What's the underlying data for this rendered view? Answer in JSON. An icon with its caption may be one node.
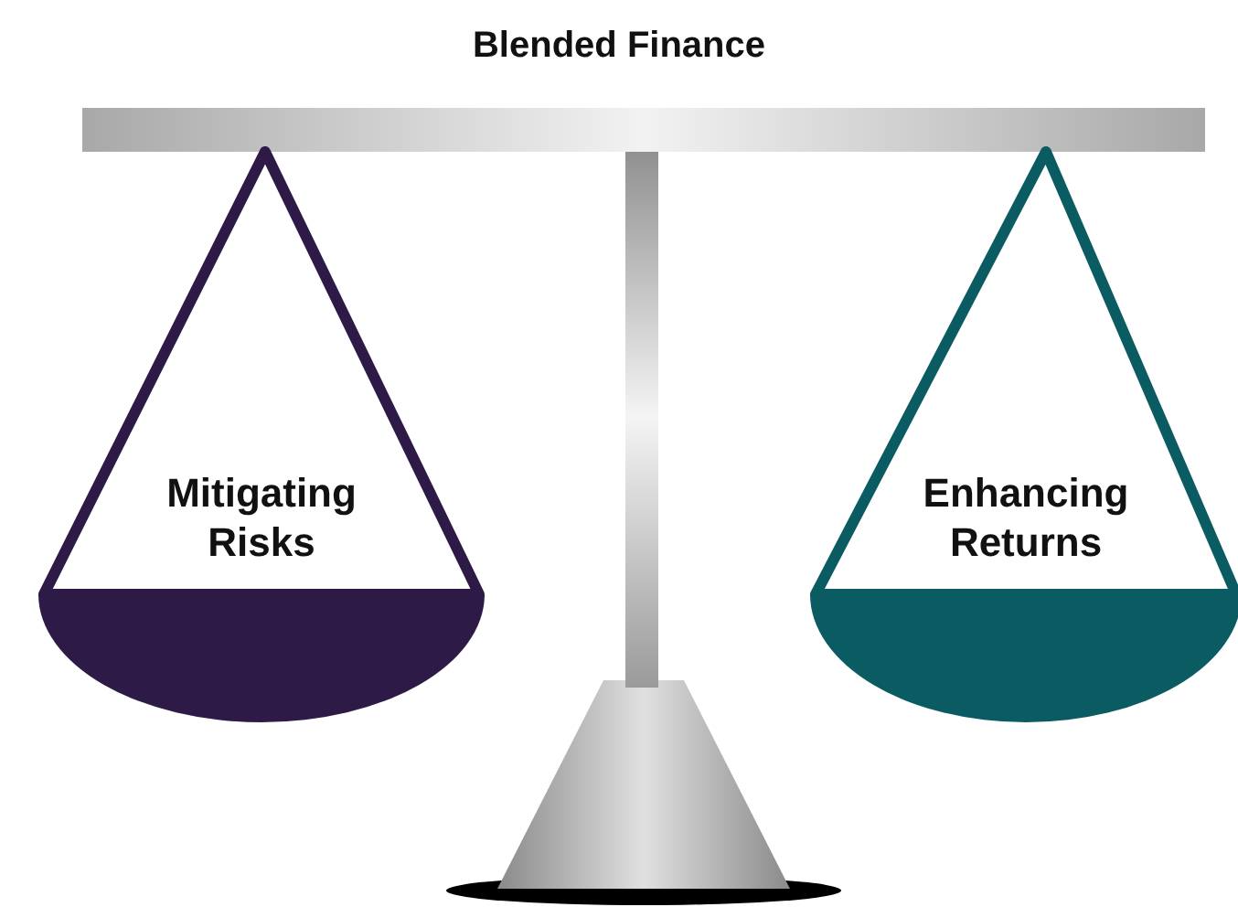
{
  "diagram": {
    "title": "Blended Finance",
    "nodes": [
      {
        "text": [
          "Mitigating Risks"
        ]
      },
      {
        "text": [
          "Enhancing Returns"
        ]
      }
    ]
  }
}
